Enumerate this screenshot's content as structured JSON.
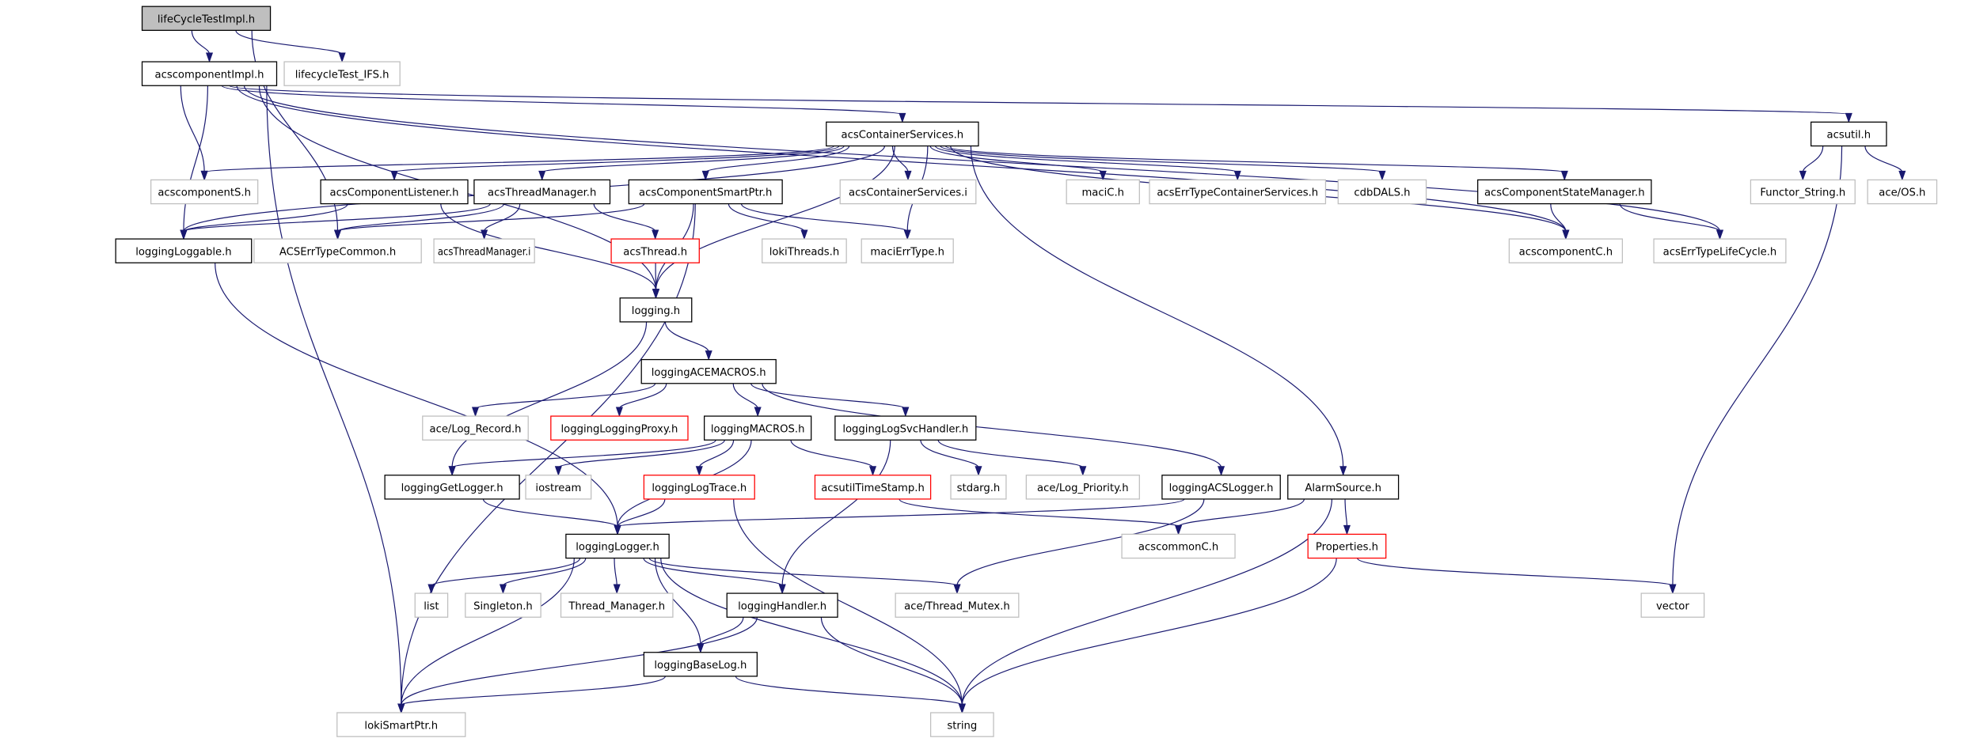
{
  "colors": {
    "edge": "#191970",
    "documented_border": "#000000",
    "external_border": "#bfbfbf",
    "incomplete_border": "#ff0000",
    "root_fill": "#bfbfbf"
  },
  "nodes": [
    {
      "label": "lifeCycleTestImpl.h",
      "kind": "root"
    },
    {
      "label": "acscomponentImpl.h",
      "kind": "documented"
    },
    {
      "label": "lifecycleTest_IFS.h",
      "kind": "external"
    },
    {
      "label": "acsContainerServices.h",
      "kind": "documented"
    },
    {
      "label": "acsutil.h",
      "kind": "documented"
    },
    {
      "label": "acscomponentS.h",
      "kind": "external"
    },
    {
      "label": "acsComponentListener.h",
      "kind": "documented"
    },
    {
      "label": "acsThreadManager.h",
      "kind": "documented"
    },
    {
      "label": "acsComponentSmartPtr.h",
      "kind": "documented"
    },
    {
      "label": "acsContainerServices.i",
      "kind": "external"
    },
    {
      "label": "maciC.h",
      "kind": "external"
    },
    {
      "label": "acsErrTypeContainerServices.h",
      "kind": "external"
    },
    {
      "label": "cdbDALS.h",
      "kind": "external"
    },
    {
      "label": "acsComponentStateManager.h",
      "kind": "documented"
    },
    {
      "label": "Functor_String.h",
      "kind": "external"
    },
    {
      "label": "ace/OS.h",
      "kind": "external"
    },
    {
      "label": "loggingLoggable.h",
      "kind": "documented"
    },
    {
      "label": "ACSErrTypeCommon.h",
      "kind": "external"
    },
    {
      "label": "acsThreadManager.i",
      "kind": "external"
    },
    {
      "label": "acsThread.h",
      "kind": "incomplete"
    },
    {
      "label": "lokiThreads.h",
      "kind": "external"
    },
    {
      "label": "maciErrType.h",
      "kind": "external"
    },
    {
      "label": "acscomponentC.h",
      "kind": "external"
    },
    {
      "label": "acsErrTypeLifeCycle.h",
      "kind": "external"
    },
    {
      "label": "logging.h",
      "kind": "documented"
    },
    {
      "label": "loggingACEMACROS.h",
      "kind": "documented"
    },
    {
      "label": "ace/Log_Record.h",
      "kind": "external"
    },
    {
      "label": "loggingLoggingProxy.h",
      "kind": "incomplete"
    },
    {
      "label": "loggingMACROS.h",
      "kind": "documented"
    },
    {
      "label": "loggingLogSvcHandler.h",
      "kind": "documented"
    },
    {
      "label": "loggingGetLogger.h",
      "kind": "documented"
    },
    {
      "label": "iostream",
      "kind": "external"
    },
    {
      "label": "loggingLogTrace.h",
      "kind": "incomplete"
    },
    {
      "label": "acsutilTimeStamp.h",
      "kind": "incomplete"
    },
    {
      "label": "stdarg.h",
      "kind": "external"
    },
    {
      "label": "ace/Log_Priority.h",
      "kind": "external"
    },
    {
      "label": "loggingACSLogger.h",
      "kind": "documented"
    },
    {
      "label": "AlarmSource.h",
      "kind": "documented"
    },
    {
      "label": "loggingLogger.h",
      "kind": "documented"
    },
    {
      "label": "acscommonC.h",
      "kind": "external"
    },
    {
      "label": "Properties.h",
      "kind": "incomplete"
    },
    {
      "label": "list",
      "kind": "external"
    },
    {
      "label": "Singleton.h",
      "kind": "external"
    },
    {
      "label": "Thread_Manager.h",
      "kind": "external"
    },
    {
      "label": "loggingHandler.h",
      "kind": "documented"
    },
    {
      "label": "ace/Thread_Mutex.h",
      "kind": "external"
    },
    {
      "label": "vector",
      "kind": "external"
    },
    {
      "label": "loggingBaseLog.h",
      "kind": "documented"
    },
    {
      "label": "lokiSmartPtr.h",
      "kind": "external"
    },
    {
      "label": "string",
      "kind": "external"
    }
  ],
  "edges": [
    [
      "lifeCycleTestImpl.h",
      "acscomponentImpl.h"
    ],
    [
      "lifeCycleTestImpl.h",
      "lifecycleTest_IFS.h"
    ],
    [
      "lifeCycleTestImpl.h",
      "ACSErrTypeCommon.h"
    ],
    [
      "acscomponentImpl.h",
      "acscomponentS.h"
    ],
    [
      "acscomponentImpl.h",
      "acsContainerServices.h"
    ],
    [
      "acscomponentImpl.h",
      "acsutil.h"
    ],
    [
      "acscomponentImpl.h",
      "acscomponentC.h"
    ],
    [
      "acscomponentImpl.h",
      "acsErrTypeLifeCycle.h"
    ],
    [
      "acscomponentImpl.h",
      "loggingLoggable.h"
    ],
    [
      "acscomponentImpl.h",
      "logging.h"
    ],
    [
      "acscomponentImpl.h",
      "lokiSmartPtr.h"
    ],
    [
      "acsContainerServices.h",
      "acscomponentS.h"
    ],
    [
      "acsContainerServices.h",
      "acsComponentListener.h"
    ],
    [
      "acsContainerServices.h",
      "acsThreadManager.h"
    ],
    [
      "acsContainerServices.h",
      "acsComponentSmartPtr.h"
    ],
    [
      "acsContainerServices.h",
      "acsContainerServices.i"
    ],
    [
      "acsContainerServices.h",
      "maciC.h"
    ],
    [
      "acsContainerServices.h",
      "acsErrTypeContainerServices.h"
    ],
    [
      "acsContainerServices.h",
      "cdbDALS.h"
    ],
    [
      "acsContainerServices.h",
      "acsComponentStateManager.h"
    ],
    [
      "acsContainerServices.h",
      "acscomponentC.h"
    ],
    [
      "acsContainerServices.h",
      "loggingLoggable.h"
    ],
    [
      "acsContainerServices.h",
      "maciErrType.h"
    ],
    [
      "acsContainerServices.h",
      "logging.h"
    ],
    [
      "acsContainerServices.h",
      "AlarmSource.h"
    ],
    [
      "acsutil.h",
      "Functor_String.h"
    ],
    [
      "acsutil.h",
      "ace/OS.h"
    ],
    [
      "acsutil.h",
      "vector"
    ],
    [
      "acsComponentListener.h",
      "loggingLoggable.h"
    ],
    [
      "acsComponentListener.h",
      "logging.h"
    ],
    [
      "acsThreadManager.h",
      "loggingLoggable.h"
    ],
    [
      "acsThreadManager.h",
      "ACSErrTypeCommon.h"
    ],
    [
      "acsThreadManager.h",
      "acsThreadManager.i"
    ],
    [
      "acsThreadManager.h",
      "acsThread.h"
    ],
    [
      "acsComponentSmartPtr.h",
      "ACSErrTypeCommon.h"
    ],
    [
      "acsComponentSmartPtr.h",
      "lokiThreads.h"
    ],
    [
      "acsComponentSmartPtr.h",
      "maciErrType.h"
    ],
    [
      "acsComponentSmartPtr.h",
      "logging.h"
    ],
    [
      "acsComponentSmartPtr.h",
      "lokiSmartPtr.h"
    ],
    [
      "acsComponentStateManager.h",
      "acscomponentC.h"
    ],
    [
      "acsComponentStateManager.h",
      "acsErrTypeLifeCycle.h"
    ],
    [
      "loggingLoggable.h",
      "loggingLogger.h"
    ],
    [
      "acsThread.h",
      "logging.h"
    ],
    [
      "logging.h",
      "loggingACEMACROS.h"
    ],
    [
      "logging.h",
      "loggingGetLogger.h"
    ],
    [
      "loggingACEMACROS.h",
      "ace/Log_Record.h"
    ],
    [
      "loggingACEMACROS.h",
      "loggingLoggingProxy.h"
    ],
    [
      "loggingACEMACROS.h",
      "loggingMACROS.h"
    ],
    [
      "loggingACEMACROS.h",
      "loggingLogSvcHandler.h"
    ],
    [
      "loggingACEMACROS.h",
      "loggingACSLogger.h"
    ],
    [
      "loggingMACROS.h",
      "loggingGetLogger.h"
    ],
    [
      "loggingMACROS.h",
      "iostream"
    ],
    [
      "loggingMACROS.h",
      "loggingLogTrace.h"
    ],
    [
      "loggingMACROS.h",
      "acsutilTimeStamp.h"
    ],
    [
      "loggingMACROS.h",
      "loggingLogger.h"
    ],
    [
      "loggingLogSvcHandler.h",
      "stdarg.h"
    ],
    [
      "loggingLogSvcHandler.h",
      "ace/Log_Priority.h"
    ],
    [
      "loggingLogSvcHandler.h",
      "loggingHandler.h"
    ],
    [
      "loggingGetLogger.h",
      "loggingLogger.h"
    ],
    [
      "loggingLogTrace.h",
      "loggingLogger.h"
    ],
    [
      "loggingLogTrace.h",
      "string"
    ],
    [
      "acsutilTimeStamp.h",
      "acscommonC.h"
    ],
    [
      "loggingACSLogger.h",
      "loggingLogger.h"
    ],
    [
      "loggingACSLogger.h",
      "ace/Thread_Mutex.h"
    ],
    [
      "AlarmSource.h",
      "acscommonC.h"
    ],
    [
      "AlarmSource.h",
      "Properties.h"
    ],
    [
      "AlarmSource.h",
      "string"
    ],
    [
      "Properties.h",
      "vector"
    ],
    [
      "Properties.h",
      "string"
    ],
    [
      "loggingLogger.h",
      "lokiSmartPtr.h"
    ],
    [
      "loggingLogger.h",
      "list"
    ],
    [
      "loggingLogger.h",
      "Singleton.h"
    ],
    [
      "loggingLogger.h",
      "Thread_Manager.h"
    ],
    [
      "loggingLogger.h",
      "loggingHandler.h"
    ],
    [
      "loggingLogger.h",
      "ace/Thread_Mutex.h"
    ],
    [
      "loggingLogger.h",
      "loggingBaseLog.h"
    ],
    [
      "loggingLogger.h",
      "string"
    ],
    [
      "loggingHandler.h",
      "loggingBaseLog.h"
    ],
    [
      "loggingHandler.h",
      "lokiSmartPtr.h"
    ],
    [
      "loggingHandler.h",
      "string"
    ],
    [
      "loggingBaseLog.h",
      "lokiSmartPtr.h"
    ],
    [
      "loggingBaseLog.h",
      "string"
    ]
  ]
}
